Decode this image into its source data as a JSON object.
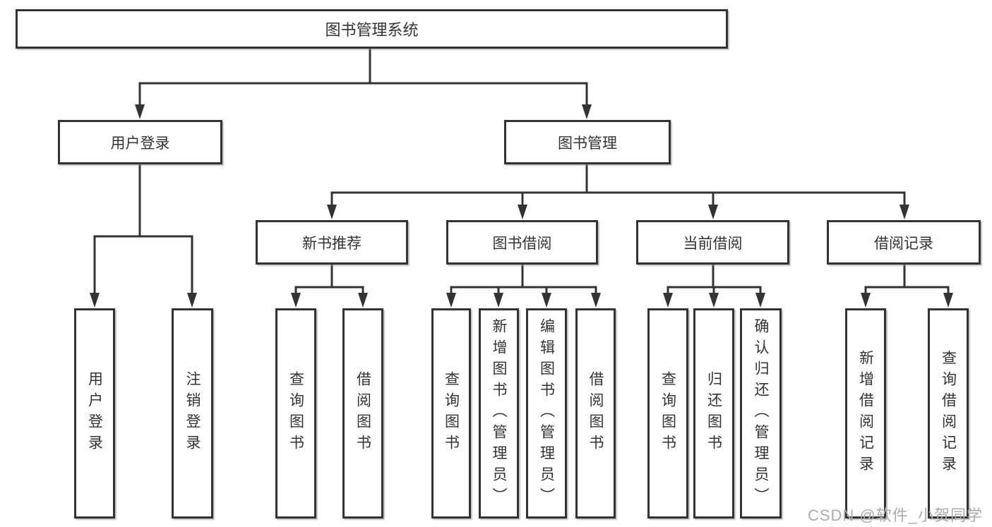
{
  "tree": {
    "root": {
      "label": "图书管理系统"
    },
    "branches": {
      "user_login": {
        "label": "用户登录",
        "children": {
          "login": {
            "label": "用户登录"
          },
          "logout": {
            "label": "注销登录"
          }
        }
      },
      "book_management": {
        "label": "图书管理",
        "children": {
          "new_book_recommend": {
            "label": "新书推荐",
            "children": {
              "query_books": {
                "label": "查询图书"
              },
              "borrow_books": {
                "label": "借阅图书"
              }
            }
          },
          "book_borrowing": {
            "label": "图书借阅",
            "children": {
              "query_books": {
                "label": "查询图书"
              },
              "add_books": {
                "label": "新增图书（管理员）"
              },
              "edit_books": {
                "label": "编辑图书（管理员）"
              },
              "borrow_books": {
                "label": "借阅图书"
              }
            }
          },
          "current_borrowing": {
            "label": "当前借阅",
            "children": {
              "query_books": {
                "label": "查询图书"
              },
              "return_books": {
                "label": "归还图书"
              },
              "confirm_return": {
                "label": "确认归还（管理员）"
              }
            }
          },
          "borrow_records": {
            "label": "借阅记录",
            "children": {
              "add_record": {
                "label": "新增借阅记录"
              },
              "query_record": {
                "label": "查询借阅记录"
              }
            }
          }
        }
      }
    }
  },
  "watermark": {
    "text": "CSDN @软件_小贺同学"
  },
  "colors": {
    "line": "#333333",
    "text": "#333333",
    "box_fill": "#ffffff",
    "background": "#ffffff",
    "watermark": "#ababab"
  }
}
